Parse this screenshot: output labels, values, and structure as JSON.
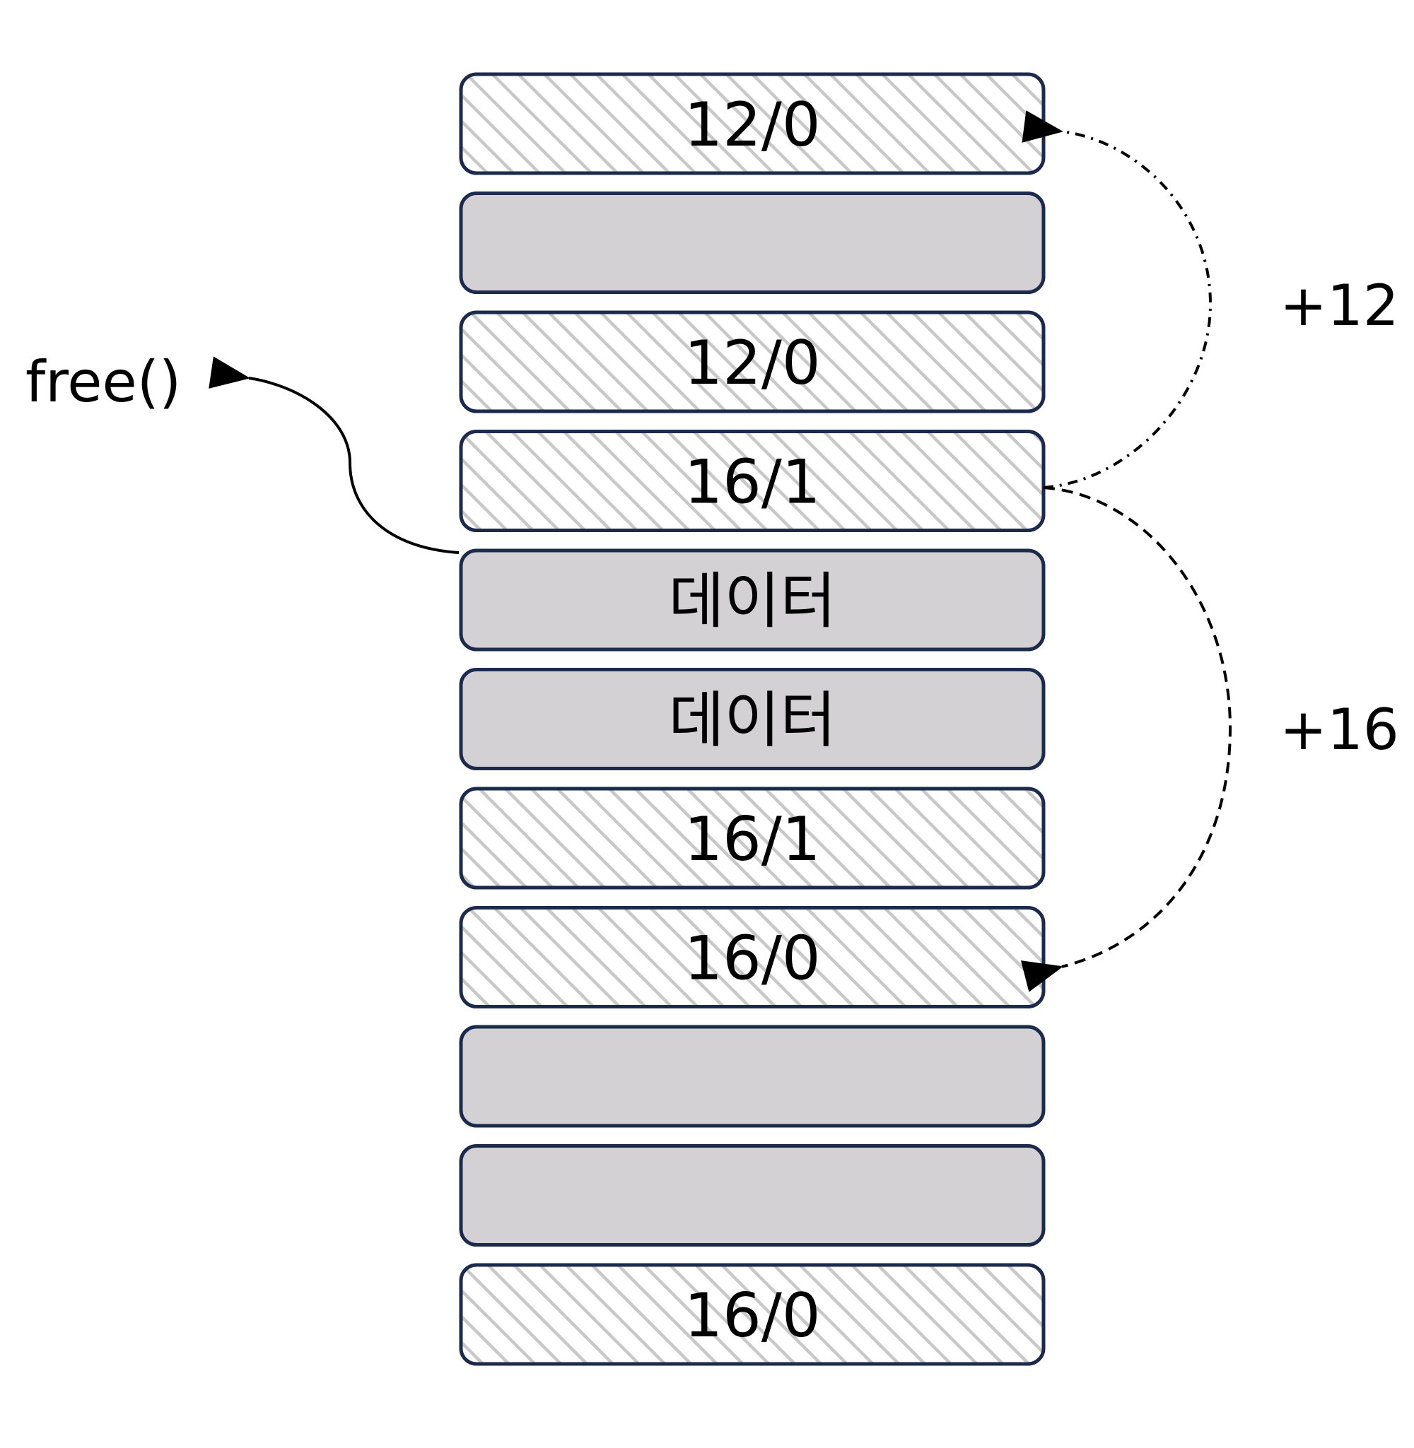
{
  "diagram": {
    "colors": {
      "border": "#1c2b4d",
      "solid_fill": "#d3d1d3",
      "hatch_background": "#ffffff",
      "hatch_stroke": "#c8c8c8",
      "text": "#000000",
      "arrow": "#000000"
    },
    "blocks": [
      {
        "label": "12/0",
        "style": "hatched"
      },
      {
        "label": "",
        "style": "solid"
      },
      {
        "label": "12/0",
        "style": "hatched"
      },
      {
        "label": "16/1",
        "style": "hatched"
      },
      {
        "label": "데이터",
        "style": "solid"
      },
      {
        "label": "데이터",
        "style": "solid"
      },
      {
        "label": "16/1",
        "style": "hatched"
      },
      {
        "label": "16/0",
        "style": "hatched"
      },
      {
        "label": "",
        "style": "solid"
      },
      {
        "label": "",
        "style": "solid"
      },
      {
        "label": "16/0",
        "style": "hatched"
      }
    ],
    "free_label": "free()",
    "offset_up_label": "+12",
    "offset_down_label": "+16",
    "arrow_styles": {
      "free": "solid",
      "offset_up": "dash-dot",
      "offset_down": "dashed"
    }
  }
}
